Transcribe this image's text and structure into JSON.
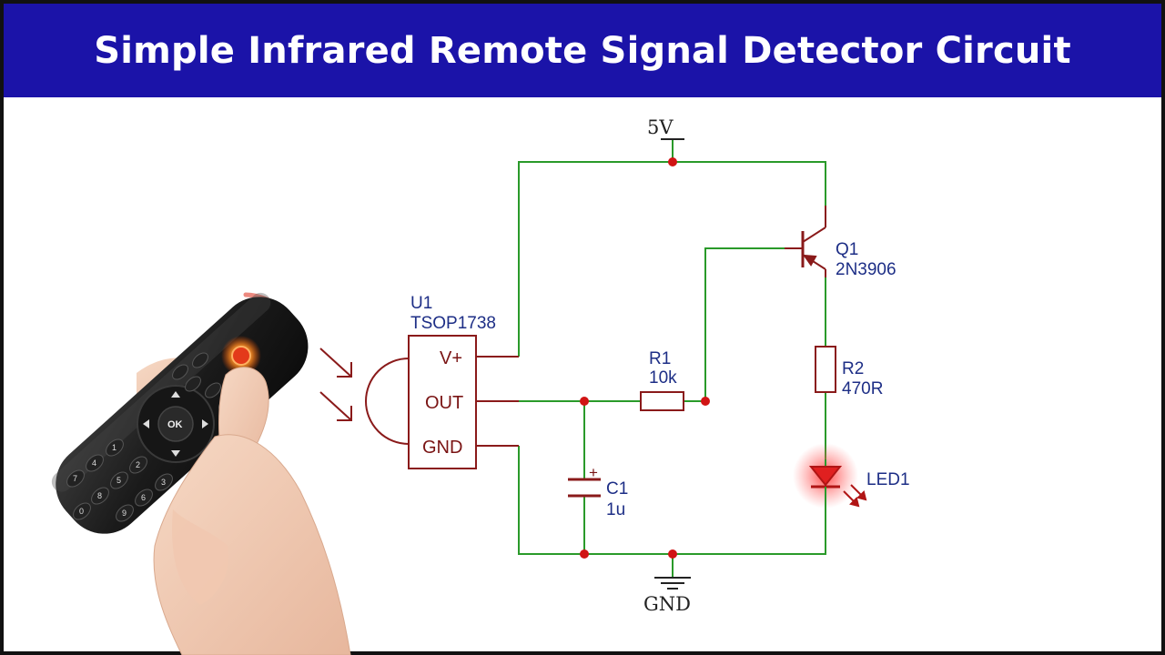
{
  "title": "Simple Infrared Remote Signal Detector Circuit",
  "rails": {
    "supply": "5V",
    "ground": "GND"
  },
  "components": {
    "u1": {
      "ref": "U1",
      "value": "TSOP1738",
      "pins": {
        "vplus": "V+",
        "out": "OUT",
        "gnd": "GND"
      }
    },
    "r1": {
      "ref": "R1",
      "value": "10k"
    },
    "r2": {
      "ref": "R2",
      "value": "470R"
    },
    "c1": {
      "ref": "C1",
      "value": "1u",
      "polarity": "+"
    },
    "q1": {
      "ref": "Q1",
      "value": "2N3906"
    },
    "led1": {
      "ref": "LED1"
    }
  },
  "remote": {
    "ok_label": "OK",
    "keys": [
      "1",
      "2",
      "3",
      "4",
      "5",
      "6",
      "7",
      "8",
      "9",
      "0"
    ]
  },
  "colors": {
    "banner": "#1b13a8",
    "wire": "#2a9a2a",
    "component": "#8a1a1a",
    "junction": "#d11414",
    "label": "#1d2e86",
    "led_glow": "#ff3030"
  }
}
